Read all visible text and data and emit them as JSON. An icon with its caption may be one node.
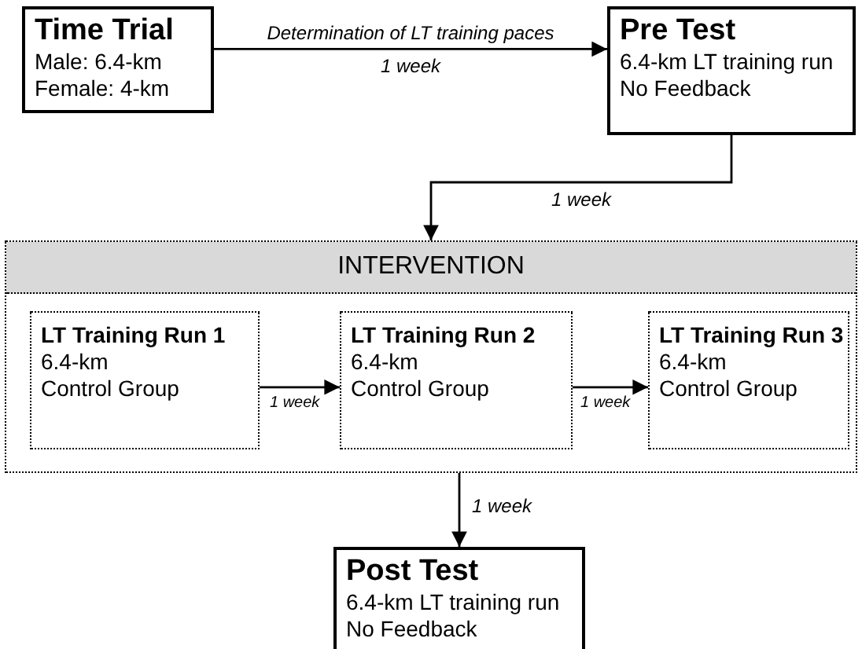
{
  "diagram": {
    "nodes": [
      {
        "text": [
          "Time Trial",
          "Male: 6.4-km",
          "Female: 4-km"
        ]
      },
      {
        "text": [
          "Pre Test",
          "6.4-km LT training run",
          "No Feedback"
        ]
      },
      {
        "text": [
          "INTERVENTION"
        ]
      },
      {
        "text": [
          "LT Training Run 1",
          "6.4-km",
          "Control Group"
        ],
        "in": 2
      },
      {
        "text": [
          "LT Training Run 2",
          "6.4-km",
          "Control Group"
        ],
        "in": 2
      },
      {
        "text": [
          "LT Training Run 3",
          "6.4-km",
          "Control Group"
        ],
        "in": 2
      },
      {
        "text": [
          "Post Test",
          "6.4-km LT training run",
          "No Feedback"
        ]
      }
    ],
    "edges": [
      {
        "from": 0,
        "to": 1,
        "arrow": "to",
        "label": "Determination of LT training paces"
      },
      {
        "from": 1,
        "to": 2,
        "arrow": "to",
        "label": "1 week"
      },
      {
        "from": 3,
        "to": 4,
        "arrow": "to",
        "label": "1 week"
      },
      {
        "from": 4,
        "to": 5,
        "arrow": "to",
        "label": "1 week"
      },
      {
        "from": 2,
        "to": 6,
        "arrow": "to",
        "label": "1 week"
      }
    ],
    "labels": [
      "1 week"
    ]
  }
}
